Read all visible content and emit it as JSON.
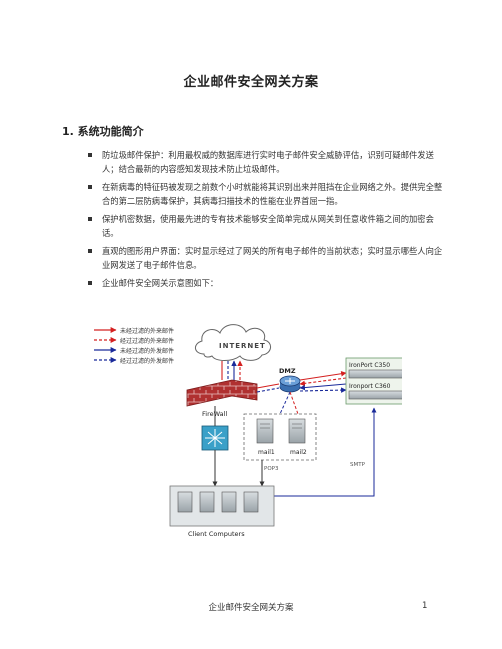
{
  "doc": {
    "title": "企业邮件安全网关方案",
    "section_heading": "1. 系统功能简介",
    "bullets": [
      "防垃圾邮件保护：利用最权威的数据库进行实时电子邮件安全威胁评估，识别可疑邮件发送人；结合最新的内容感知发现技术防止垃圾邮件。",
      "在新病毒的特征码被发现之前数个小时就能将其识别出来并阻挡在企业网络之外。提供完全整合的第二层防病毒保护，其病毒扫描技术的性能在业界首屈一指。",
      "保护机密数据，使用最先进的专有技术能够安全简单完成从网关到任意收件箱之间的加密会话。",
      "直观的图形用户界面：实时显示经过了网关的所有电子邮件的当前状态；实时显示哪些人向企业网发送了电子邮件信息。",
      "企业邮件安全网关示意图如下："
    ]
  },
  "diagram": {
    "internet_label": "INTERNET",
    "dmz_label": "DMZ",
    "firewall_label": "FireWall",
    "device1_label": "IronPort C350",
    "device2_label": "Ironport C360",
    "mail1_label": "mail1",
    "mail2_label": "mail2",
    "pop3_label": "POP3",
    "smtp_label": "SMTP",
    "clients_label": "Client Computers",
    "legend": [
      {
        "text": "未经过滤的外来邮件",
        "color": "#d42020",
        "dashed": false
      },
      {
        "text": "经过过滤的外来邮件",
        "color": "#d42020",
        "dashed": true
      },
      {
        "text": "未经过滤的外发邮件",
        "color": "#1a2a9a",
        "dashed": false
      },
      {
        "text": "经过过滤的外发邮件",
        "color": "#1a2a9a",
        "dashed": true
      }
    ]
  },
  "footer": {
    "text": "企业邮件安全网关方案",
    "page": "1"
  }
}
